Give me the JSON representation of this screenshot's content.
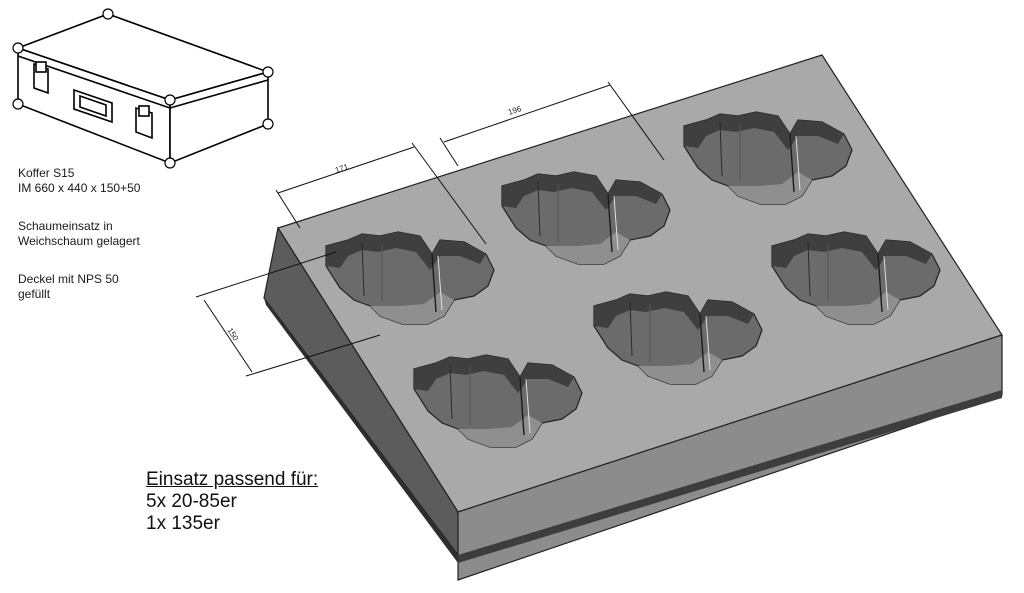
{
  "notes": {
    "case": [
      "Koffer S15",
      "IM 660 x 440 x 150+50"
    ],
    "insert": [
      "Schaumeinsatz in",
      "Weichschaum gelagert"
    ],
    "lid": [
      "Deckel mit NPS 50",
      "gefüllt"
    ]
  },
  "fits": {
    "heading": "Einsatz passend für:",
    "lines": [
      "5x  20-85er",
      "1x  135er"
    ]
  },
  "dimensions": {
    "pocket_width": "171",
    "pocket_pitch": "196",
    "pocket_depth": "150"
  }
}
